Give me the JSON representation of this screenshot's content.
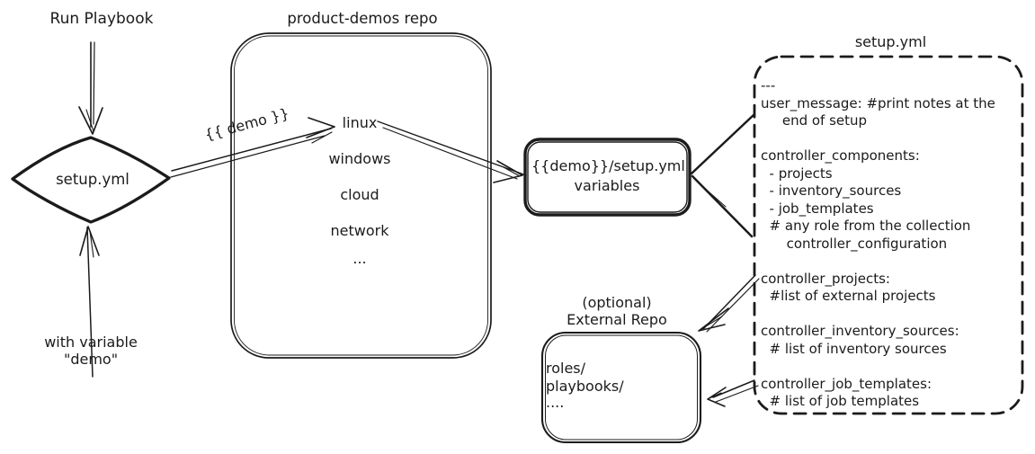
{
  "colors": {
    "ink": "#1b1b1b",
    "background": "#ffffff"
  },
  "left": {
    "run_playbook_label": "Run Playbook",
    "diamond_label": "setup.yml",
    "with_variable_line1": "with variable",
    "with_variable_line2": "\"demo\""
  },
  "arrow_label": "{{ demo }}",
  "repo": {
    "title": "product-demos repo",
    "items": [
      "linux",
      "windows",
      "cloud",
      "network",
      "..."
    ]
  },
  "variables_box": {
    "line1": "{{demo}}/setup.yml",
    "line2": "variables"
  },
  "external_repo": {
    "label_line1": "(optional)",
    "label_line2": "External Repo",
    "items": [
      "roles/",
      "playbooks/",
      "...."
    ]
  },
  "setup_yml": {
    "title": "setup.yml",
    "lines": [
      "---",
      "user_message: #print notes at the",
      "     end of setup",
      "",
      "controller_components:",
      "  - projects",
      "  - inventory_sources",
      "  - job_templates",
      "  # any role from the collection",
      "      controller_configuration",
      "",
      "controller_projects:",
      "  #list of external projects",
      "",
      "controller_inventory_sources:",
      "  # list of inventory sources",
      "",
      "controller_job_templates:",
      "  # list of job templates"
    ]
  }
}
